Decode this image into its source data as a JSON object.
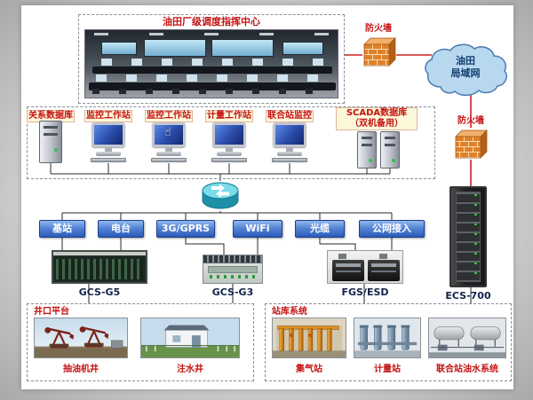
{
  "control_center": {
    "title": "油田厂级调度指挥中心"
  },
  "firewall_top": {
    "label": "防火墙"
  },
  "firewall_right": {
    "label": "防火墙"
  },
  "cloud": {
    "line1": "油田",
    "line2": "局域网"
  },
  "lan": {
    "db": "关系数据库",
    "ws1": "监控工作站",
    "ws2": "监控工作站",
    "ws3": "计量工作站",
    "ws4": "联合站监控",
    "scada1": "SCADA数据库",
    "scada2": "（双机备用）"
  },
  "links": {
    "n1": "基站",
    "n2": "电台",
    "n3": "3G/GPRS",
    "n4": "WiFi",
    "n5": "光缆",
    "n6": "公网接入"
  },
  "devices": {
    "d1": "GCS-G5",
    "d2": "GCS-G3",
    "d3": "FGS/ESD",
    "d4": "ECS-700"
  },
  "wellhead": {
    "title": "井口平台",
    "c1": "抽油机井",
    "c2": "注水井"
  },
  "stations": {
    "title": "站库系统",
    "c1": "集气站",
    "c2": "计量站",
    "c3": "联合站油水系统"
  },
  "icons": {
    "hand_pointer": "☝"
  },
  "colors": {
    "wan_line": "#cc2020",
    "lan_line": "#2a2a2a",
    "node_blue": "#2c5cb8",
    "label_red": "#c41212"
  }
}
